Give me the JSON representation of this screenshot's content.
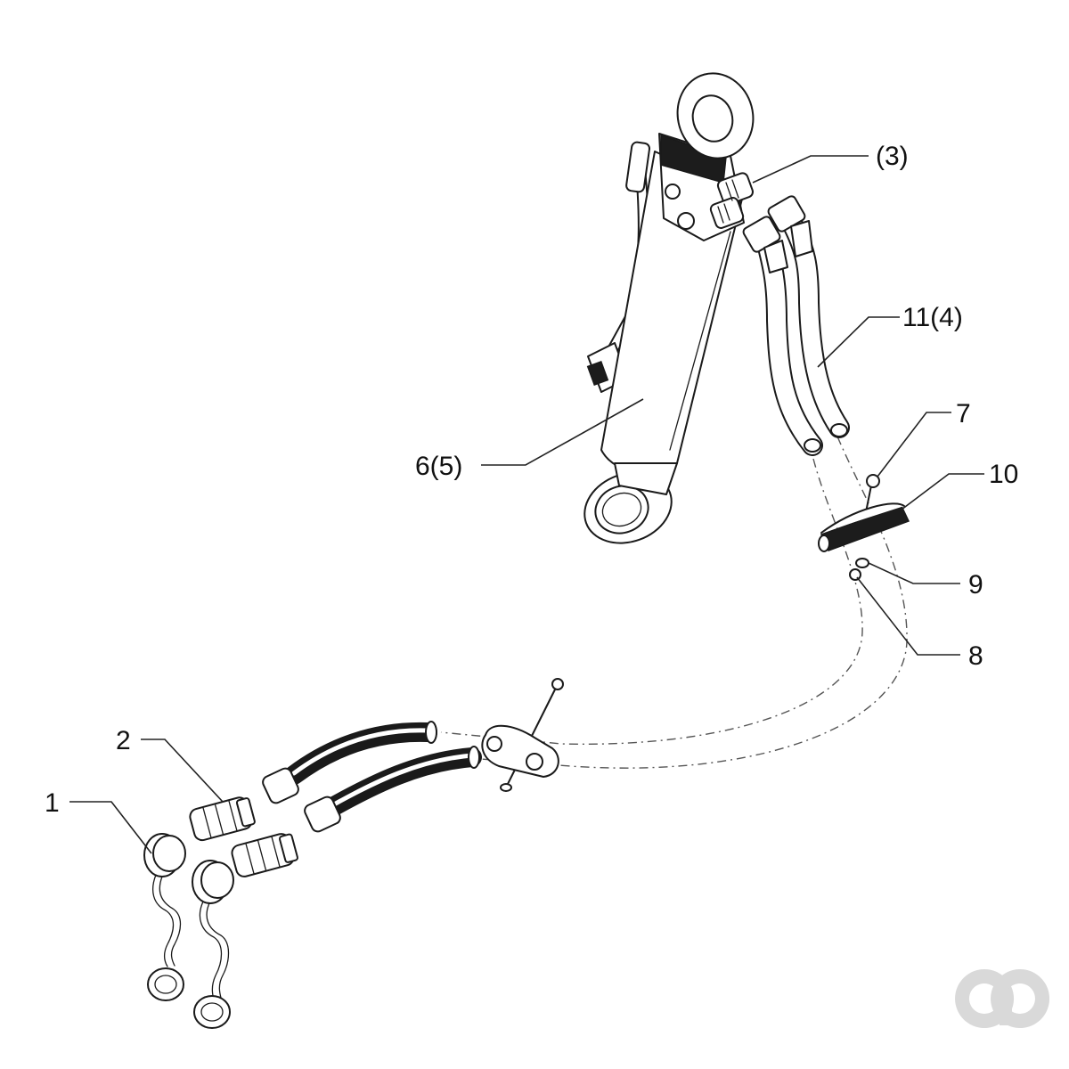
{
  "callouts": [
    {
      "id": "1",
      "text": "1"
    },
    {
      "id": "2",
      "text": "2"
    },
    {
      "id": "3",
      "text": "(3)"
    },
    {
      "id": "6",
      "text": "6(5)"
    },
    {
      "id": "7",
      "text": "7"
    },
    {
      "id": "8",
      "text": "8"
    },
    {
      "id": "9",
      "text": "9"
    },
    {
      "id": "10",
      "text": "10"
    },
    {
      "id": "11",
      "text": "11(4)"
    }
  ],
  "colors": {
    "line": "#1a1a1a",
    "dash": "#555555",
    "logo": "#d9d9d9"
  },
  "icons": [
    "brand-logo-icon"
  ]
}
